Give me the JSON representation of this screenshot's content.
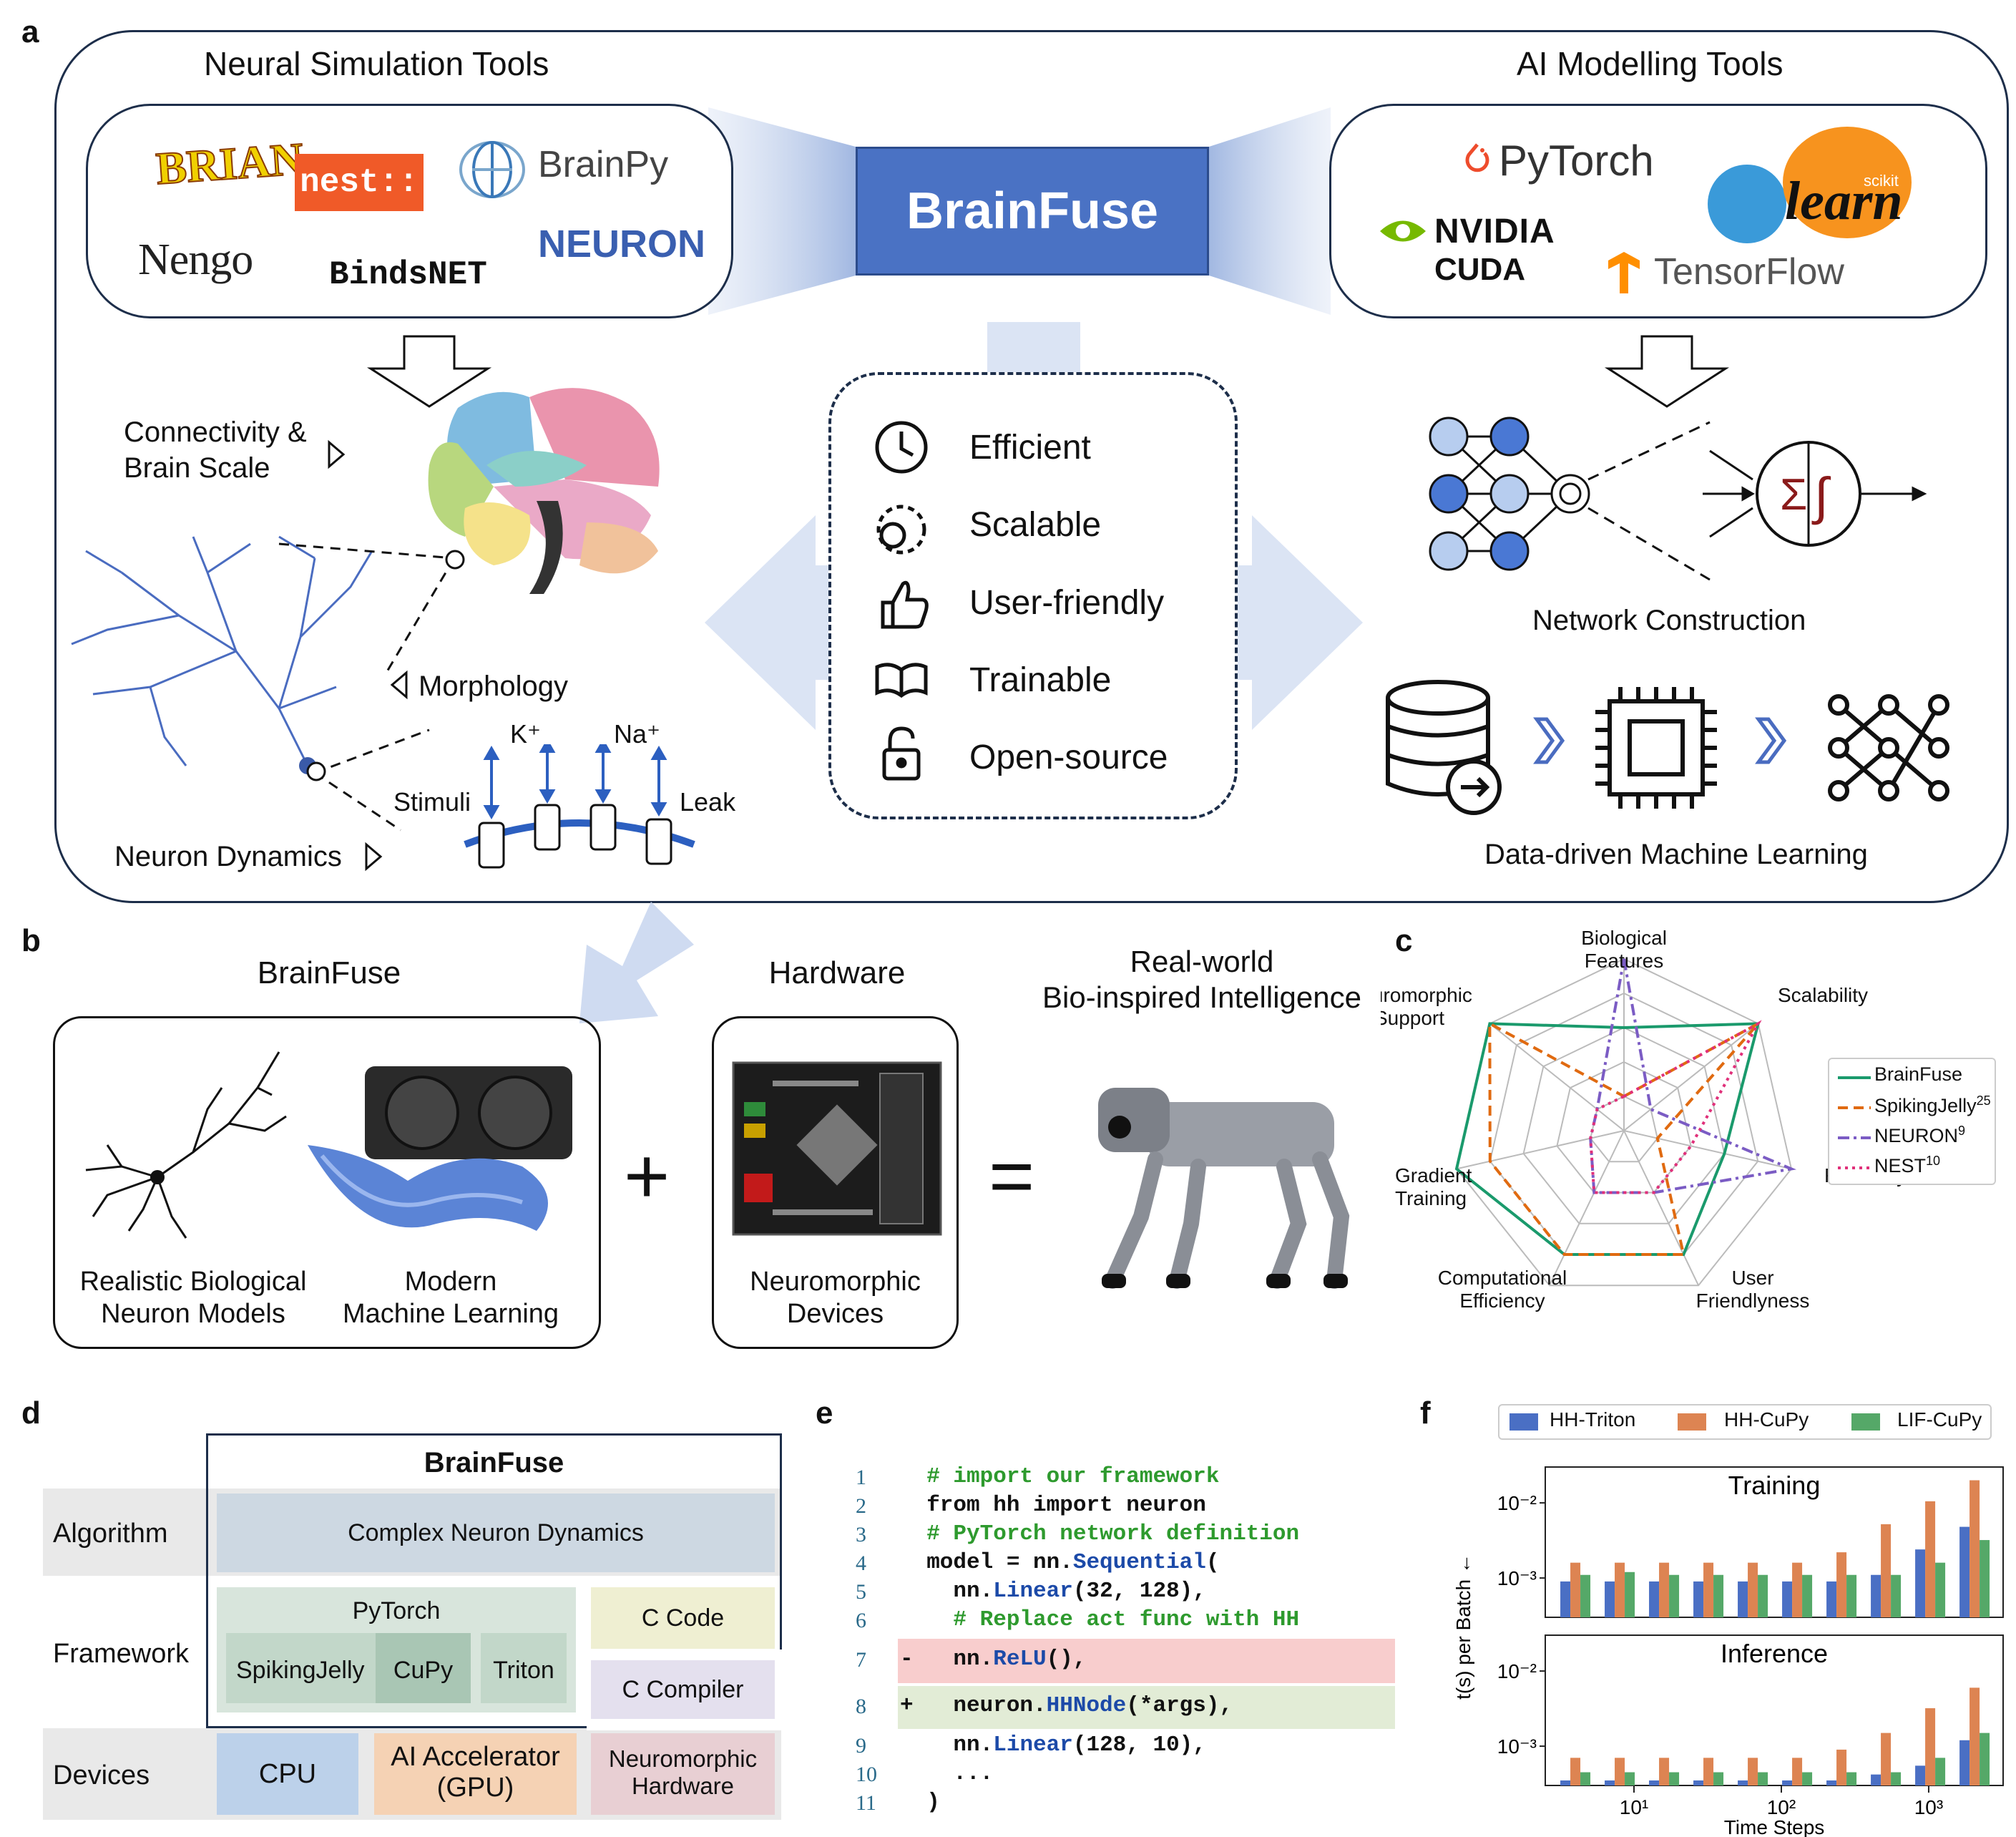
{
  "panel_labels": {
    "a": "a",
    "b": "b",
    "c": "c",
    "d": "d",
    "e": "e",
    "f": "f"
  },
  "panel_a": {
    "neural_tools_title": "Neural Simulation Tools",
    "ai_tools_title": "AI Modelling Tools",
    "center_title": "BrainFuse",
    "neural_logos": [
      "BRIAN",
      "nest::",
      "BrainPy",
      "Nengo",
      "BindsNET",
      "NEURON"
    ],
    "ai_logos": {
      "pytorch": "PyTorch",
      "nvidia": "NVIDIA",
      "cuda": "CUDA",
      "sklearn": "learn",
      "scikit": "scikit",
      "tensorflow": "TensorFlow"
    },
    "features": [
      "Efficient",
      "Scalable",
      "User-friendly",
      "Trainable",
      "Open-source"
    ],
    "connectivity": [
      "Connectivity &",
      "Brain Scale"
    ],
    "morphology": "Morphology",
    "neuron_dynamics": "Neuron Dynamics",
    "ions": {
      "k": "K⁺",
      "na": "Na⁺"
    },
    "stimuli": "Stimuli",
    "leak": "Leak",
    "network_construction": "Network Construction",
    "data_driven": "Data-driven Machine Learning"
  },
  "panel_b": {
    "brainfuse_title": "BrainFuse",
    "hardware_title": "Hardware",
    "realworld_title": [
      "Real-world",
      "Bio-inspired Intelligence"
    ],
    "realistic": [
      "Realistic Biological",
      "Neuron Models"
    ],
    "modern": [
      "Modern",
      "Machine Learning"
    ],
    "neuromorphic": [
      "Neuromorphic",
      "Devices"
    ],
    "plus": "+",
    "equals": "="
  },
  "panel_c": {
    "axes": [
      [
        "Biological",
        "Features"
      ],
      [
        "Scalability"
      ],
      [
        "Flexibility"
      ],
      [
        "User",
        "Friendlyness"
      ],
      [
        "Computational",
        "Efficiency"
      ],
      [
        "Gradient",
        "Training"
      ],
      [
        "Neuromorphic",
        "Support"
      ]
    ],
    "legend": [
      {
        "name": "BrainFuse",
        "sup": "",
        "color": "#1a9a6c",
        "dash": "none"
      },
      {
        "name": "SpikingJelly",
        "sup": "25",
        "color": "#e06a10",
        "dash": "14,8"
      },
      {
        "name": "NEURON",
        "sup": "9",
        "color": "#7b5cc4",
        "dash": "16,6,4,6"
      },
      {
        "name": "NEST",
        "sup": "10",
        "color": "#e0307a",
        "dash": "4,6"
      }
    ]
  },
  "panel_d": {
    "title": "BrainFuse",
    "rows": {
      "algorithm": "Algorithm",
      "framework": "Framework",
      "devices": "Devices"
    },
    "complex": "Complex Neuron Dynamics",
    "pytorch": "PyTorch",
    "spikingjelly": "SpikingJelly",
    "cupy": "CuPy",
    "triton": "Triton",
    "ccode": "C Code",
    "ccompiler": "C Compiler",
    "cpu": "CPU",
    "ai_acc": [
      "AI Accelerator",
      "(GPU)"
    ],
    "neuro_hw": [
      "Neuromorphic",
      "Hardware"
    ]
  },
  "panel_e": {
    "lines": [
      {
        "n": "1",
        "sign": "",
        "code": "  # import our framework"
      },
      {
        "n": "2",
        "sign": "",
        "code": "  from hh import neuron"
      },
      {
        "n": "3",
        "sign": "",
        "code": "  # PyTorch network definition"
      },
      {
        "n": "4",
        "sign": "",
        "code": "  model = nn.Sequential("
      },
      {
        "n": "5",
        "sign": "",
        "code": "    nn.Linear(32, 128),"
      },
      {
        "n": "6",
        "sign": "",
        "code": "    # Replace act func with HH"
      },
      {
        "n": "7",
        "sign": "-",
        "code": "    nn.ReLU(),"
      },
      {
        "n": "8",
        "sign": "+",
        "code": "    neuron.HHNode(*args),"
      },
      {
        "n": "9",
        "sign": "",
        "code": "    nn.Linear(128, 10),"
      },
      {
        "n": "10",
        "sign": "",
        "code": "    ..."
      },
      {
        "n": "11",
        "sign": "",
        "code": "  )"
      }
    ]
  },
  "chart_data": {
    "type": "bar",
    "xlabel": "Time Steps",
    "ylabel": "t(s) per Batch ←",
    "yscale": "log",
    "xscale": "log",
    "xtick_labels": [
      "10¹",
      "10²",
      "10³"
    ],
    "x": [
      4,
      8,
      16,
      32,
      64,
      128,
      256,
      512,
      1024,
      2048
    ],
    "series_names": [
      "HH-Triton",
      "HH-CuPy",
      "LIF-CuPy"
    ],
    "colors": {
      "HH-Triton": "#4a6fc4",
      "HH-CuPy": "#dd8452",
      "LIF-CuPy": "#55a868"
    },
    "subplots": [
      {
        "title": "Training",
        "ylim": [
          0.0003,
          0.03
        ],
        "yticks": [
          "10⁻³",
          "10⁻²"
        ],
        "series": [
          {
            "name": "HH-Triton",
            "values": [
              0.0009,
              0.0009,
              0.0009,
              0.0009,
              0.0009,
              0.0009,
              0.0009,
              0.0011,
              0.0024,
              0.0048
            ]
          },
          {
            "name": "HH-CuPy",
            "values": [
              0.0016,
              0.0016,
              0.0016,
              0.0016,
              0.0016,
              0.0016,
              0.0022,
              0.0052,
              0.0105,
              0.02
            ]
          },
          {
            "name": "LIF-CuPy",
            "values": [
              0.0011,
              0.0012,
              0.0011,
              0.0011,
              0.0011,
              0.0011,
              0.0011,
              0.0011,
              0.0016,
              0.0032
            ]
          }
        ]
      },
      {
        "title": "Inference",
        "ylim": [
          0.0003,
          0.03
        ],
        "yticks": [
          "10⁻³",
          "10⁻²"
        ],
        "series": [
          {
            "name": "HH-Triton",
            "values": [
              0.00035,
              0.00035,
              0.00035,
              0.00035,
              0.00035,
              0.00035,
              0.00035,
              0.00042,
              0.00055,
              0.0012
            ]
          },
          {
            "name": "HH-CuPy",
            "values": [
              0.0007,
              0.0007,
              0.0007,
              0.0007,
              0.0007,
              0.0007,
              0.0009,
              0.0015,
              0.0032,
              0.006
            ]
          },
          {
            "name": "LIF-CuPy",
            "values": [
              0.00045,
              0.00045,
              0.00045,
              0.00045,
              0.00045,
              0.00045,
              0.00045,
              0.00045,
              0.0007,
              0.0015
            ]
          }
        ]
      }
    ]
  }
}
